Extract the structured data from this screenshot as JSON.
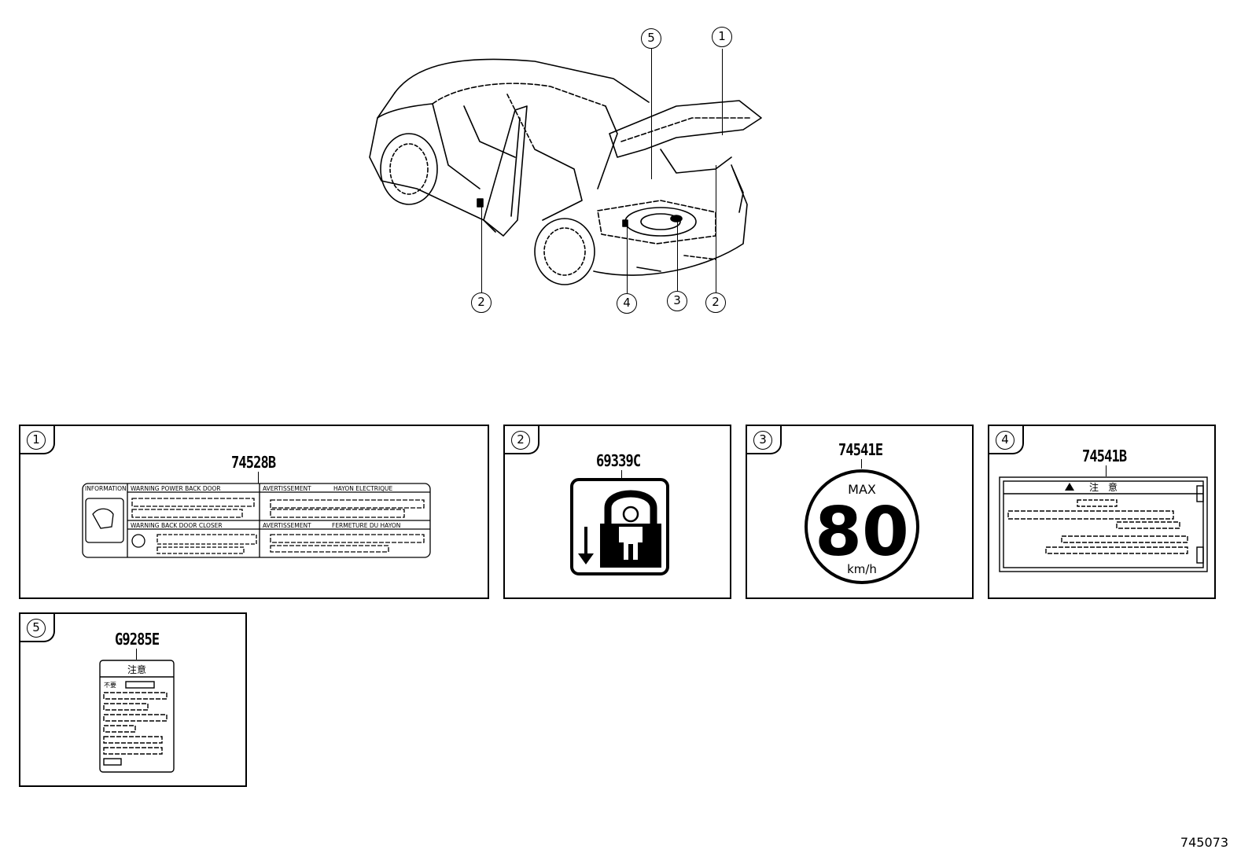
{
  "callouts": [
    "1",
    "2",
    "3",
    "4",
    "5",
    "2"
  ],
  "panels": [
    {
      "num": "1",
      "part": "74528B",
      "label_text": {
        "info": "INFORMATION",
        "warn1": "WARNING POWER BACK DOOR",
        "avert1": "AVERTISSEMENT",
        "hayon": "HAYON ELECTRIQUE",
        "warn2": "WARNING BACK DOOR CLOSER",
        "avert2": "AVERTISSEMENT",
        "fermeture": "FERMETURE DU HAYON"
      }
    },
    {
      "num": "2",
      "part": "69339C"
    },
    {
      "num": "3",
      "part": "74541E",
      "max": "MAX",
      "speed": "80",
      "unit": "km/h"
    },
    {
      "num": "4",
      "part": "74541B",
      "title": "注　意"
    },
    {
      "num": "5",
      "part": "G9285E",
      "title": "注意",
      "line1": "不要"
    }
  ],
  "figure_id": "745073"
}
